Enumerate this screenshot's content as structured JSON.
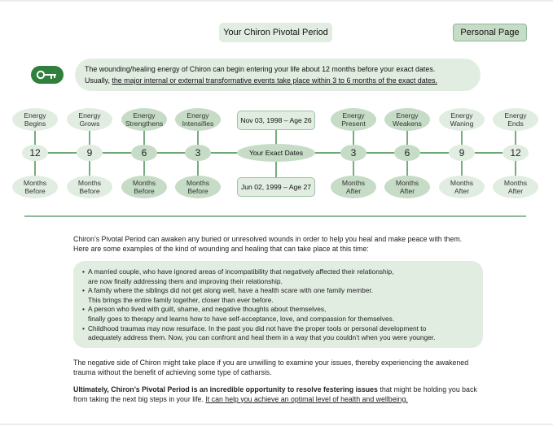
{
  "colors": {
    "light": "#e2ede2",
    "medium": "#c6dcc6",
    "line": "#3c8a47",
    "key_icon": "#2f7f3d"
  },
  "header": {
    "title": "Your Chiron Pivotal Period",
    "personal_page_button": "Personal Page"
  },
  "intro": {
    "icon": "key-icon",
    "line1": "The  wounding/healing energy of Chiron can begin entering your life about 12 months before your exact dates.",
    "line2_prefix": "Usually, ",
    "line2_underlined": "the major internal or external transformative events take place within 3 to 6 months of the exact dates."
  },
  "timeline": {
    "center": {
      "label": "Your Exact Dates",
      "date_start": "Nov 03, 1998 – Age 26",
      "date_end": "Jun 02, 1999 – Age 27"
    },
    "columns": [
      {
        "top": [
          "Energy",
          "Begins"
        ],
        "number": "12",
        "bottom": [
          "Months",
          "Before"
        ],
        "shade": "light"
      },
      {
        "top": [
          "Energy",
          "Grows"
        ],
        "number": "9",
        "bottom": [
          "Months",
          "Before"
        ],
        "shade": "light"
      },
      {
        "top": [
          "Energy",
          "Strengthens"
        ],
        "number": "6",
        "bottom": [
          "Months",
          "Before"
        ],
        "shade": "medium"
      },
      {
        "top": [
          "Energy",
          "Intensifies"
        ],
        "number": "3",
        "bottom": [
          "Months",
          "Before"
        ],
        "shade": "medium"
      },
      {
        "top": [
          "Energy",
          "Present"
        ],
        "number": "3",
        "bottom": [
          "Months",
          "After"
        ],
        "shade": "medium"
      },
      {
        "top": [
          "Energy",
          "Weakens"
        ],
        "number": "6",
        "bottom": [
          "Months",
          "After"
        ],
        "shade": "medium"
      },
      {
        "top": [
          "Energy",
          "Waning"
        ],
        "number": "9",
        "bottom": [
          "Months",
          "After"
        ],
        "shade": "light"
      },
      {
        "top": [
          "Energy",
          "Ends"
        ],
        "number": "12",
        "bottom": [
          "Months",
          "After"
        ],
        "shade": "light"
      }
    ]
  },
  "body": {
    "p1": "Chiron’s Pivotal Period can awaken any buried or unresolved wounds in order to help you heal and make peace with them.",
    "p1b": "Here are some examples of the kind of wounding and healing that can take place at this time:",
    "examples": [
      [
        "A married couple, who have ignored areas of incompatibility that negatively affected their relationship,",
        "are now finally addressing them and improving their relationship."
      ],
      [
        "A family where the siblings did not get along well, have a health scare with one family member.",
        "This brings the entire family together, closer than ever before."
      ],
      [
        "A person who lived with guilt, shame, and negative thoughts about themselves,",
        "finally goes to therapy and learns how to have self-acceptance, love, and compassion for themselves."
      ],
      [
        "Childhood traumas may now resurface. In the past you did not have the proper tools or personal development to",
        "adequately address them. Now, you can confront and heal them in a way that you couldn’t when you were younger."
      ]
    ],
    "p2": [
      "The negative side of Chiron might take place if you are unwilling to examine your issues, thereby experiencing the awakened",
      "trauma without the benefit of achieving some type of catharsis."
    ],
    "p3_bold": "Ultimately, Chiron’s Pivotal Period is an incredible opportunity to resolve festering issues",
    "p3_rest": " that might be holding you back",
    "p3_line2_prefix": "from taking the next big steps in your life. ",
    "p3_line2_underlined": "It can help you achieve an optimal level of health and wellbeing."
  }
}
